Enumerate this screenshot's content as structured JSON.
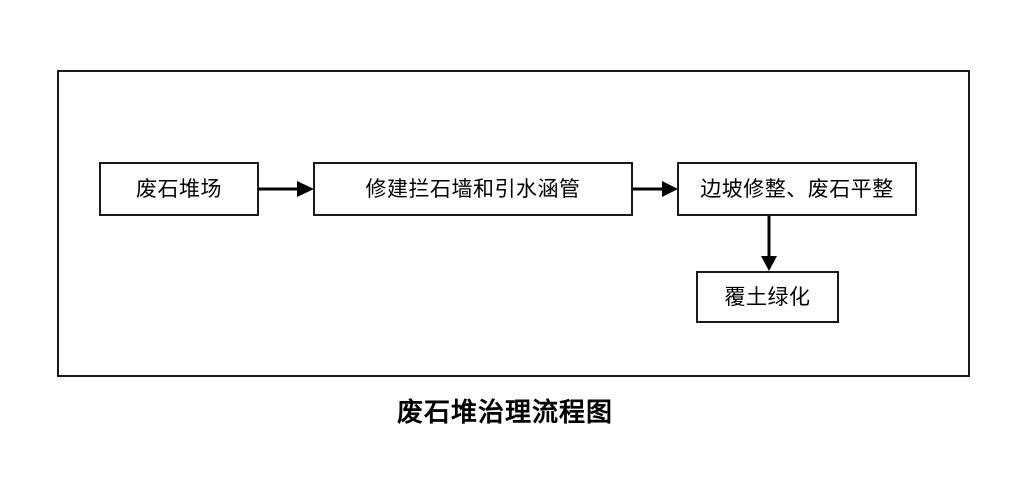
{
  "diagram": {
    "caption": "废石堆治理流程图",
    "frame": {
      "name": "diagram-outer-frame"
    },
    "nodes": [
      {
        "id": "waste-rock-dump",
        "label": "废石堆场"
      },
      {
        "id": "build-retaining-wall",
        "label": "修建拦石墙和引水涵管"
      },
      {
        "id": "slope-trimming",
        "label": "边坡修整、废石平整"
      },
      {
        "id": "soil-revegetation",
        "label": "覆土绿化"
      }
    ],
    "connectors": [
      {
        "id": "dump-to-wall",
        "from": "waste-rock-dump",
        "to": "build-retaining-wall",
        "direction": "right",
        "icon": "arrow-right-icon"
      },
      {
        "id": "wall-to-slope",
        "from": "build-retaining-wall",
        "to": "slope-trimming",
        "direction": "right",
        "icon": "arrow-right-icon"
      },
      {
        "id": "slope-to-reveg",
        "from": "slope-trimming",
        "to": "soil-revegetation",
        "direction": "down",
        "icon": "arrow-down-icon"
      }
    ],
    "colors": {
      "stroke": "#1a1a1a",
      "fill": "#ffffff",
      "text": "#000000"
    }
  }
}
